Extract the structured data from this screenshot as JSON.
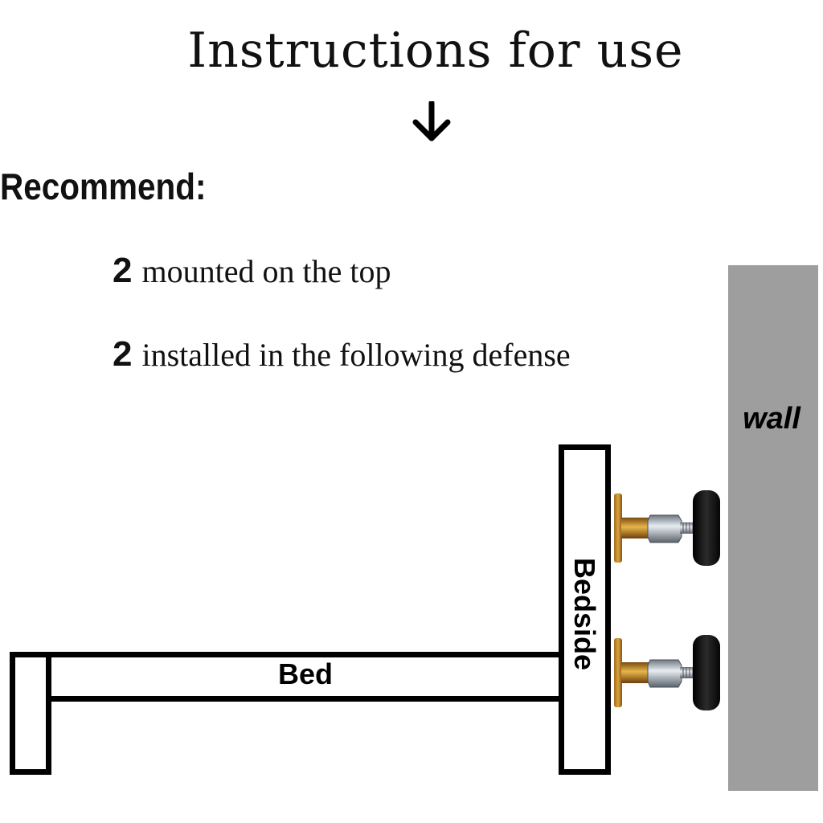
{
  "header": {
    "title": "Instructions for use",
    "arrow_icon": "arrow-down-icon"
  },
  "recommend": {
    "heading": "Recommend:",
    "items": [
      {
        "count": "2",
        "text": "mounted on the top"
      },
      {
        "count": "2",
        "text": "installed in the following defense"
      }
    ]
  },
  "diagram": {
    "wall_label": "wall",
    "bed_label": "Bed",
    "bedside_label": "Bedside",
    "colors": {
      "wall": "#9e9e9e",
      "outline": "#000000",
      "brass": "#c8962a",
      "rubber": "#151515"
    }
  }
}
